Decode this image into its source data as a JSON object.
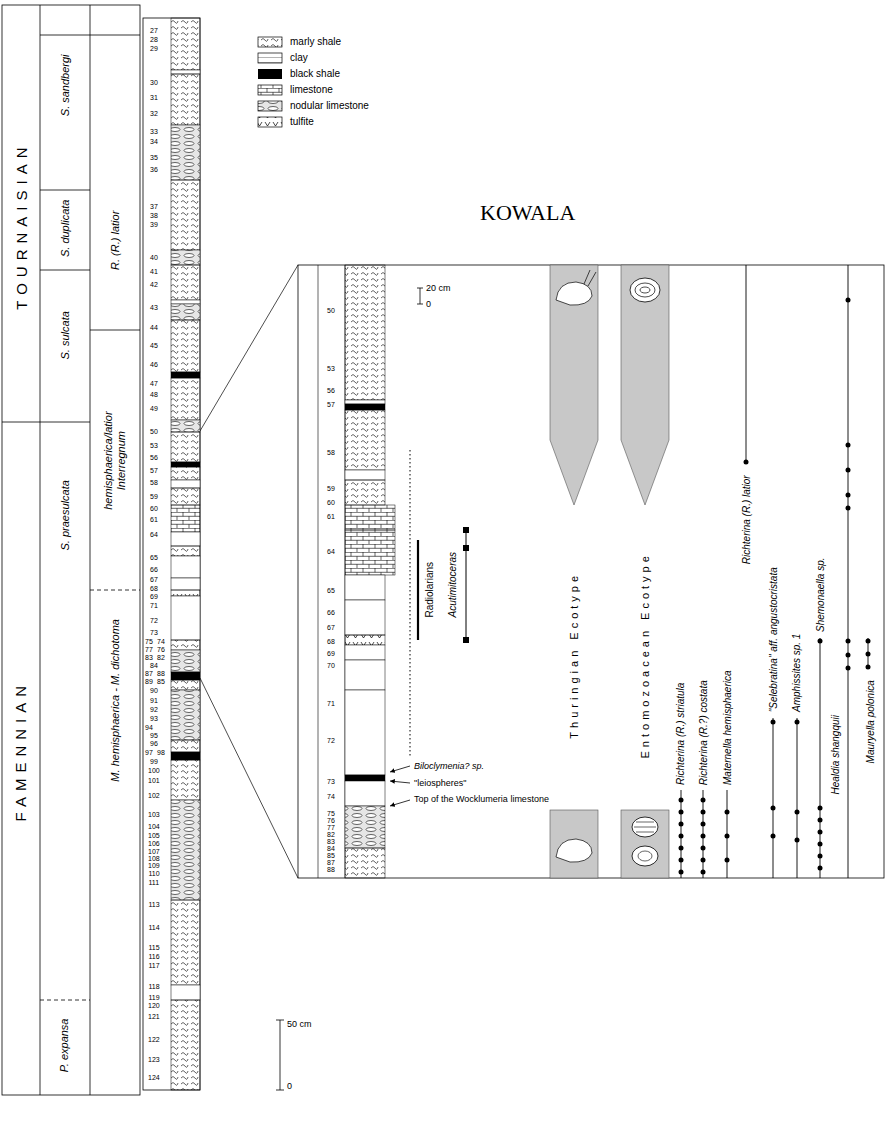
{
  "diagram": {
    "title": "KOWALA",
    "nodes": [
      {
        "text": [
          "TOURNAISIAN"
        ]
      },
      {
        "text": [
          "FAMENNIAN"
        ]
      },
      {
        "text": [
          "S. sandbergi"
        ]
      },
      {
        "text": [
          "S. duplicata"
        ]
      },
      {
        "text": [
          "S. sulcata"
        ]
      },
      {
        "text": [
          "S. praesulcata"
        ]
      },
      {
        "text": [
          "P. expansa"
        ]
      },
      {
        "text": [
          "R. (R.) latior"
        ]
      },
      {
        "text": [
          "hemisphaerica/latior Interregnum"
        ]
      },
      {
        "text": [
          "M. hemisphaerica - M. dichotoma"
        ]
      }
    ],
    "labels": [
      "27",
      "28",
      "29",
      "30",
      "31",
      "32",
      "33",
      "34",
      "35",
      "36",
      "37",
      "38",
      "39",
      "40",
      "41",
      "42",
      "43",
      "44",
      "45",
      "46",
      "47",
      "48",
      "49",
      "50",
      "53",
      "56",
      "57",
      "58",
      "59",
      "60",
      "61",
      "64",
      "65",
      "66",
      "67",
      "68",
      "69",
      "71",
      "72",
      "73",
      "75",
      "74",
      "77",
      "76",
      "83",
      "82",
      "84",
      "87",
      "88",
      "85",
      "89",
      "90",
      "91",
      "92",
      "93",
      "94",
      "95",
      "96",
      "97",
      "98",
      "99",
      "100",
      "101",
      "102",
      "103",
      "104",
      "105",
      "106",
      "107",
      "108",
      "109",
      "110",
      "111",
      "113",
      "114",
      "115",
      "116",
      "117",
      "118",
      "119",
      "120",
      "121",
      "122",
      "123",
      "124",
      "50",
      "53",
      "56",
      "57",
      "58",
      "59",
      "60",
      "61",
      "64",
      "65",
      "66",
      "67",
      "68",
      "69",
      "70",
      "71",
      "72",
      "73",
      "74",
      "75",
      "76",
      "77",
      "82",
      "83",
      "84",
      "85",
      "87",
      "88",
      "20 cm",
      "0",
      "Radiolarians",
      "Acutimitoceras",
      "Biloclymenia? sp.",
      "\"leiospheres\"",
      "Top of the Wocklumeria limestone",
      "Thuringian Ecotype",
      "Entomozoacean Ecotype",
      "Richterina (R.) striatula",
      "Richterina (R.?) costata",
      "Maternella hemisphaerica",
      "Richterina (R.) latior",
      "\"Selebratina\" aff. angustocristata",
      "Amphissites sp. 1",
      "Shemonaella sp.",
      "Healdia shangquii",
      "Mauryella polonica",
      "50 cm",
      "0"
    ],
    "legend": [
      {
        "text": "marly shale"
      },
      {
        "text": "clay"
      },
      {
        "text": "black shale",
        "color": "#000000"
      },
      {
        "text": "limestone"
      },
      {
        "text": "nodular limestone"
      },
      {
        "text": "tulfite"
      }
    ]
  }
}
